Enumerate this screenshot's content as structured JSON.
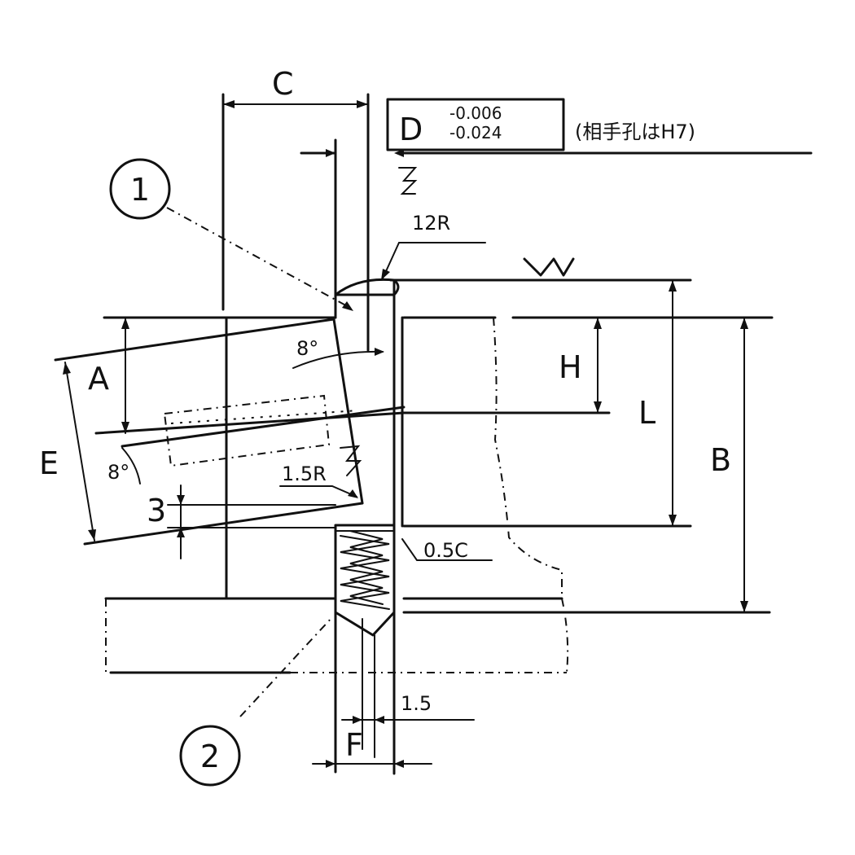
{
  "drawing": {
    "dims": {
      "A": "A",
      "B": "B",
      "C": "C",
      "D": "D",
      "E": "E",
      "F": "F",
      "H": "H",
      "L": "L",
      "three": "3"
    },
    "tolerance": {
      "upper": "-0.006",
      "lower": "-0.024",
      "note": "(相手孔はH7)"
    },
    "notes": {
      "r12": "12R",
      "r15": "1.5R",
      "chamfer": "0.5C",
      "dim15": "1.5",
      "angle_top": "8°",
      "angle_left": "8°"
    },
    "callouts": {
      "one": "1",
      "two": "2"
    }
  }
}
